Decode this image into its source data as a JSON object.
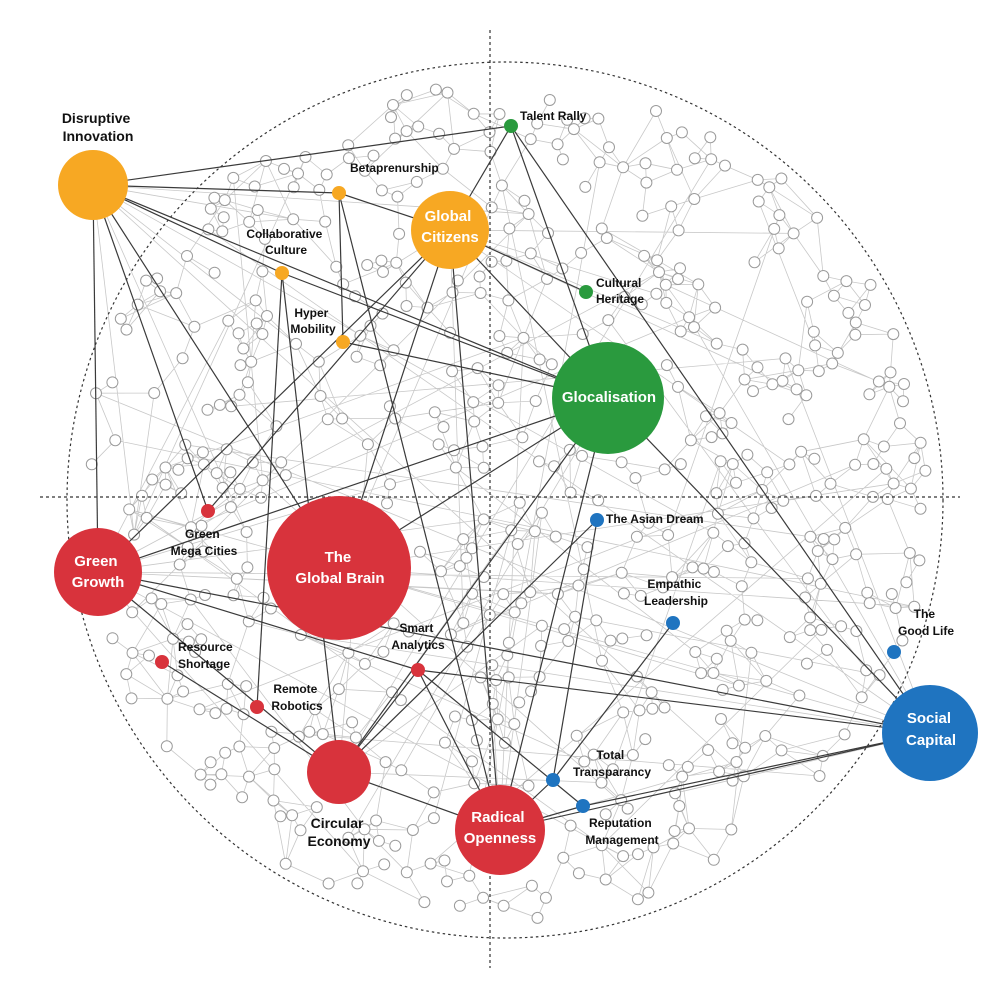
{
  "colors": {
    "orange": "#f7a823",
    "green": "#2a9a3e",
    "red": "#d8333c",
    "blue": "#1f74c0",
    "background_node_stroke": "#9b9b9b",
    "background_edge": "#c8c8c8",
    "major_edge": "#3a3a3a",
    "guide": "#333333"
  },
  "nodes": {
    "disruptive_innovation": {
      "line1": "Disruptive",
      "line2": "Innovation"
    },
    "betaprenurship": {
      "label": "Betaprenurship"
    },
    "collaborative_culture": {
      "line1": "Collaborative",
      "line2": "Culture"
    },
    "hyper_mobility": {
      "line1": "Hyper",
      "line2": "Mobility"
    },
    "global_citizens": {
      "line1": "Global",
      "line2": "Citizens"
    },
    "talent_rally": {
      "label": "Talent Rally"
    },
    "cultural_heritage": {
      "line1": "Cultural",
      "line2": "Heritage"
    },
    "glocalisation": {
      "label": "Glocalisation"
    },
    "the_asian_dream": {
      "label": "The Asian Dream"
    },
    "empathic_leadership": {
      "line1": "Empathic",
      "line2": "Leadership"
    },
    "the_good_life": {
      "line1": "The",
      "line2": "Good Life"
    },
    "social_capital": {
      "line1": "Social",
      "line2": "Capital"
    },
    "total_transparancy": {
      "line1": "Total",
      "line2": "Transparancy"
    },
    "reputation_management": {
      "line1": "Reputation",
      "line2": "Management"
    },
    "radical_openness": {
      "line1": "Radical",
      "line2": "Openness"
    },
    "circular_economy": {
      "line1": "Circular",
      "line2": "Economy"
    },
    "smart_analytics": {
      "line1": "Smart",
      "line2": "Analytics"
    },
    "remote_robotics": {
      "line1": "Remote",
      "line2": "Robotics"
    },
    "resource_shortage": {
      "line1": "Resource",
      "line2": "Shortage"
    },
    "green_growth": {
      "line1": "Green",
      "line2": "Growth"
    },
    "green_mega_cities": {
      "line1": "Green",
      "line2": "Mega Cities"
    },
    "the_global_brain": {
      "line1": "The",
      "line2": "Global Brain"
    }
  }
}
